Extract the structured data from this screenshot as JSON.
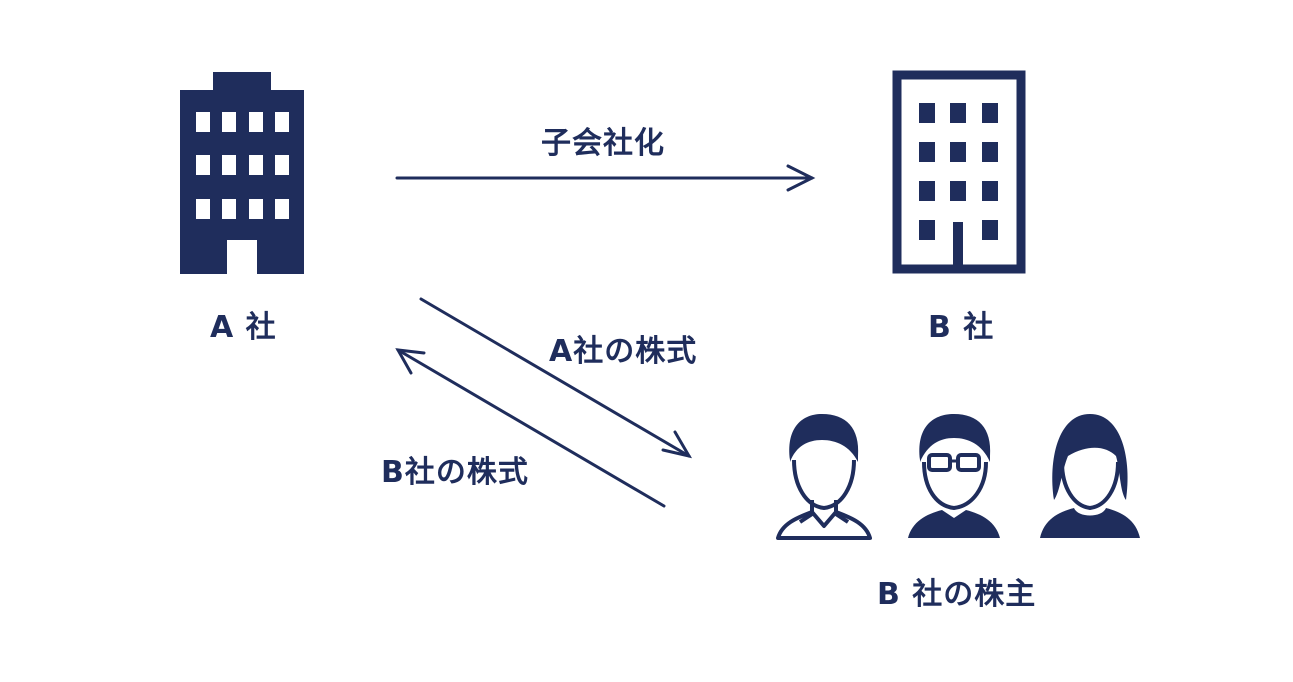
{
  "colors": {
    "navy": "#1f2d5c",
    "background": "#ffffff"
  },
  "labels": {
    "company_a": "A 社",
    "company_b": "B 社",
    "subsidiarization": "子会社化",
    "a_shares": "A社の株式",
    "b_shares": "B社の株式",
    "b_shareholders": "B 社の株主"
  },
  "icons": {
    "company_a": "building-solid-icon",
    "company_b": "building-outline-icon",
    "shareholder_1": "person-suit-icon",
    "shareholder_2": "person-glasses-icon",
    "shareholder_3": "person-woman-icon"
  }
}
